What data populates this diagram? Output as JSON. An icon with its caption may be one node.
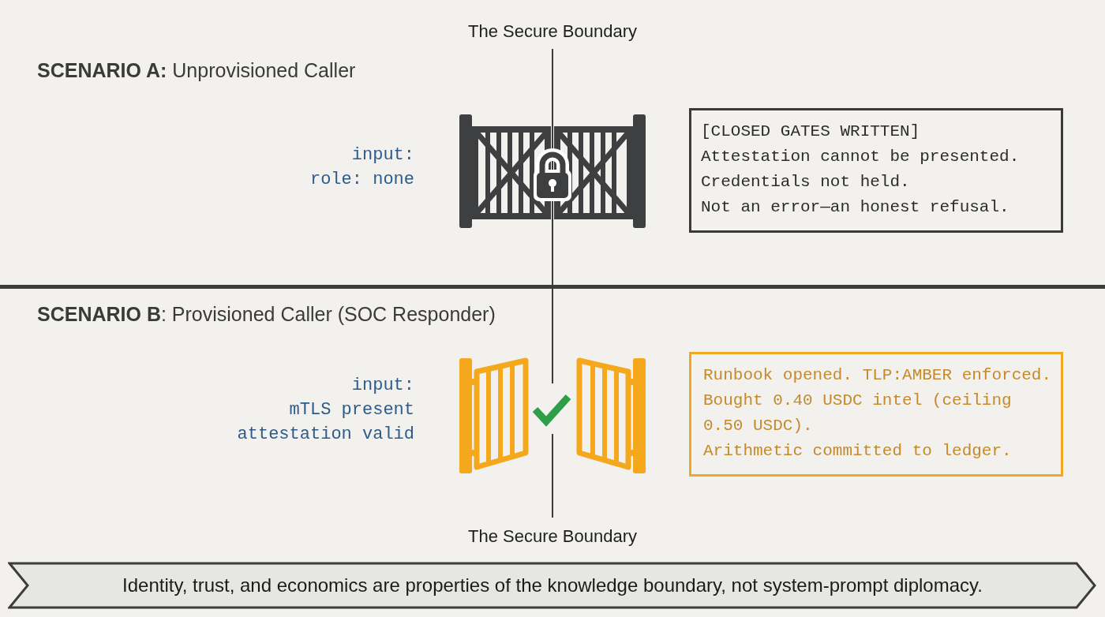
{
  "diagram": {
    "nodes": [
      {
        "text": [
          "[CLOSED GATES WRITTEN]",
          "Attestation cannot be presented.",
          "Credentials not held.",
          "Not an error—an honest refusal."
        ]
      },
      {
        "text": [
          "Runbook opened. TLP:AMBER enforced.",
          "Bought 0.40 USDC intel (ceiling 0.50 USDC).",
          "Arithmetic committed to ledger."
        ]
      },
      {
        "text": [
          "Identity, trust, and economics are properties of the knowledge boundary, not system-prompt diplomacy."
        ]
      }
    ],
    "labels": [
      "The Secure Boundary",
      "**SCENARIO A:** Unprovisioned Caller",
      "input:",
      "role: none",
      "**SCENARIO B**: Provisioned Caller (SOC Responder)",
      "input:",
      "mTLS present",
      "attestation valid",
      "The Secure Boundary"
    ]
  }
}
